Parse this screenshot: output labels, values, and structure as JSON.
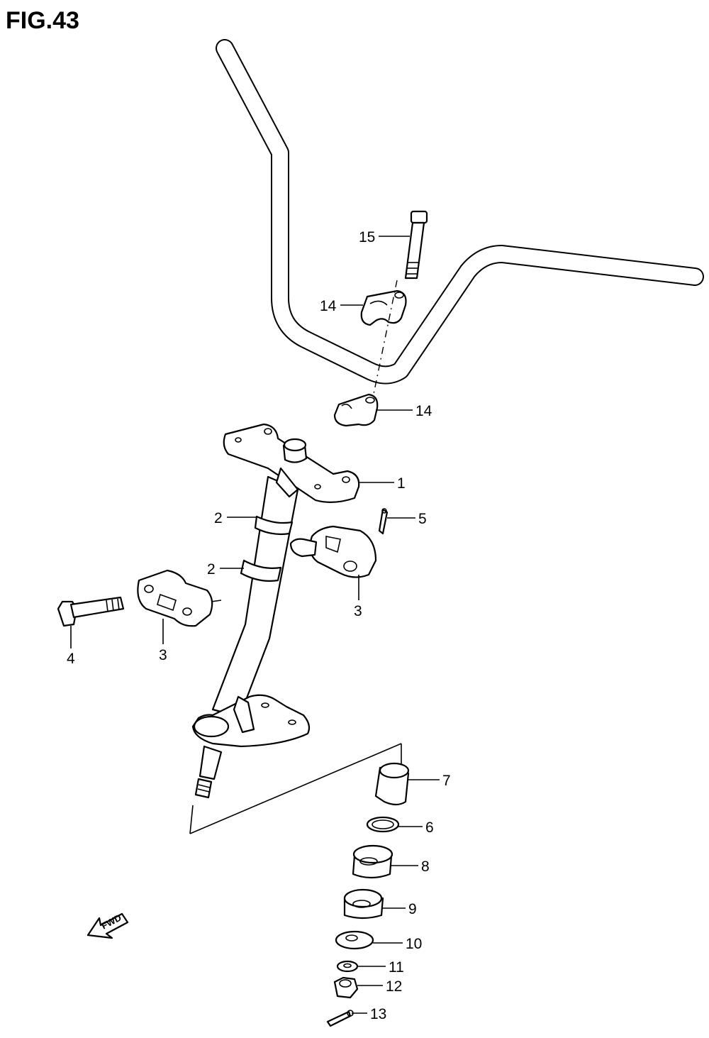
{
  "figure": {
    "title": "FIG.43"
  },
  "callouts": [
    {
      "id": "c15",
      "label": "15"
    },
    {
      "id": "c14a",
      "label": "14"
    },
    {
      "id": "c14b",
      "label": "14"
    },
    {
      "id": "c1",
      "label": "1"
    },
    {
      "id": "c2a",
      "label": "2"
    },
    {
      "id": "c2b",
      "label": "2"
    },
    {
      "id": "c5",
      "label": "5"
    },
    {
      "id": "c3a",
      "label": "3"
    },
    {
      "id": "c3b",
      "label": "3"
    },
    {
      "id": "c4",
      "label": "4"
    },
    {
      "id": "c7",
      "label": "7"
    },
    {
      "id": "c6",
      "label": "6"
    },
    {
      "id": "c8",
      "label": "8"
    },
    {
      "id": "c9",
      "label": "9"
    },
    {
      "id": "c10",
      "label": "10"
    },
    {
      "id": "c11",
      "label": "11"
    },
    {
      "id": "c12",
      "label": "12"
    },
    {
      "id": "c13",
      "label": "13"
    }
  ],
  "direction_marker": {
    "label": "FWD",
    "icon": "fwd-arrow-icon"
  }
}
